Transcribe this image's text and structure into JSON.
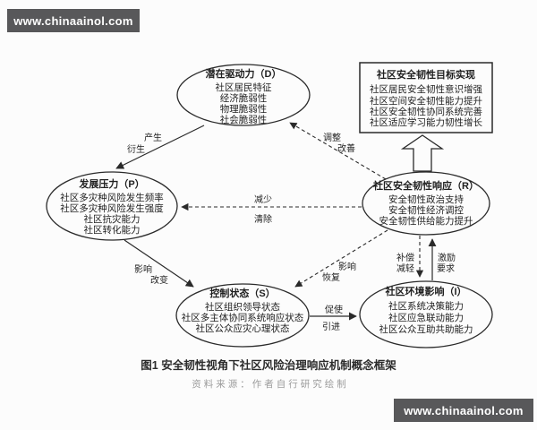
{
  "watermarks": {
    "top_left": "www.chinaainol.com",
    "bottom_right": "www.chinaainol.com"
  },
  "colors": {
    "banner_bg": "#58585a",
    "banner_text": "#ffffff",
    "line": "#2a2a2a",
    "text": "#1f1f1f",
    "source_text": "#9c9c9c",
    "background": "#fcfcfc"
  },
  "nodes": {
    "driver": {
      "title": "潜在驱动力（D）",
      "items": [
        "社区居民特征",
        "经济脆弱性",
        "物理脆弱性",
        "社会脆弱性"
      ]
    },
    "goal": {
      "title": "社区安全韧性目标实现",
      "items": [
        "社区居民安全韧性意识增强",
        "社区空间安全韧性能力提升",
        "社区安全韧性协同系统完善",
        "社区适应学习能力韧性增长"
      ]
    },
    "pressure": {
      "title": "发展压力（P）",
      "items": [
        "社区多灾种风险发生频率",
        "社区多灾种风险发生强度",
        "社区抗灾能力",
        "社区转化能力"
      ]
    },
    "response": {
      "title": "社区安全韧性响应（R）",
      "items": [
        "安全韧性政治支持",
        "安全韧性经济调控",
        "安全韧性供给能力提升"
      ]
    },
    "state": {
      "title": "控制状态（S）",
      "items": [
        "社区组织领导状态",
        "社区多主体协同系统响应状态",
        "社区公众应灾心理状态"
      ]
    },
    "impact": {
      "title": "社区环境影响（I）",
      "items": [
        "社区系统决策能力",
        "社区应急联动能力",
        "社区公众互助共助能力"
      ]
    }
  },
  "edges": {
    "driver_to_pressure": {
      "labels": [
        "产生",
        "衍生"
      ],
      "style": "solid"
    },
    "response_to_driver": {
      "labels": [
        "调整",
        "改善"
      ],
      "style": "dashed"
    },
    "response_to_pressure": {
      "labels": [
        "减少",
        "清除"
      ],
      "style": "dashed"
    },
    "pressure_to_state": {
      "labels": [
        "影响",
        "改变"
      ],
      "style": "solid"
    },
    "response_to_state": {
      "labels": [
        "影响",
        "恢复"
      ],
      "style": "dashed"
    },
    "response_to_impact": {
      "labels": [
        "补偿",
        "减轻"
      ],
      "style": "dashed"
    },
    "impact_to_response": {
      "labels": [
        "激励",
        "要求"
      ],
      "style": "solid"
    },
    "state_to_impact": {
      "labels": [
        "促使",
        "引进"
      ],
      "style": "solid"
    },
    "response_to_goal": {
      "labels": [],
      "style": "hollow-block"
    }
  },
  "caption": {
    "figure": "图1  安全韧性视角下社区风险治理响应机制概念框架",
    "source": "资料来源：作者自行研究绘制"
  }
}
